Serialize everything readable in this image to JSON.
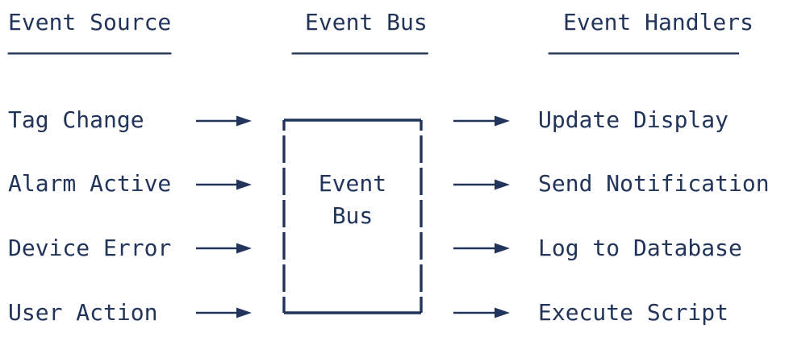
{
  "colors": {
    "ink": "#22345A",
    "background": "#FFFFFF"
  },
  "icons": {
    "flow_arrow": "right-arrow"
  },
  "columns": {
    "source": {
      "header": "Event Source",
      "underline": "────────────",
      "items": [
        "Tag Change",
        "Alarm Active",
        "Device Error",
        "User Action"
      ]
    },
    "bus": {
      "header": "Event Bus",
      "underline": "──────────",
      "box": {
        "line1": "Event",
        "line2": "Bus"
      }
    },
    "handlers": {
      "header": "Event Handlers",
      "underline": "──────────────",
      "items": [
        "Update Display",
        "Send Notification",
        "Log to Database",
        "Execute Script"
      ]
    }
  }
}
